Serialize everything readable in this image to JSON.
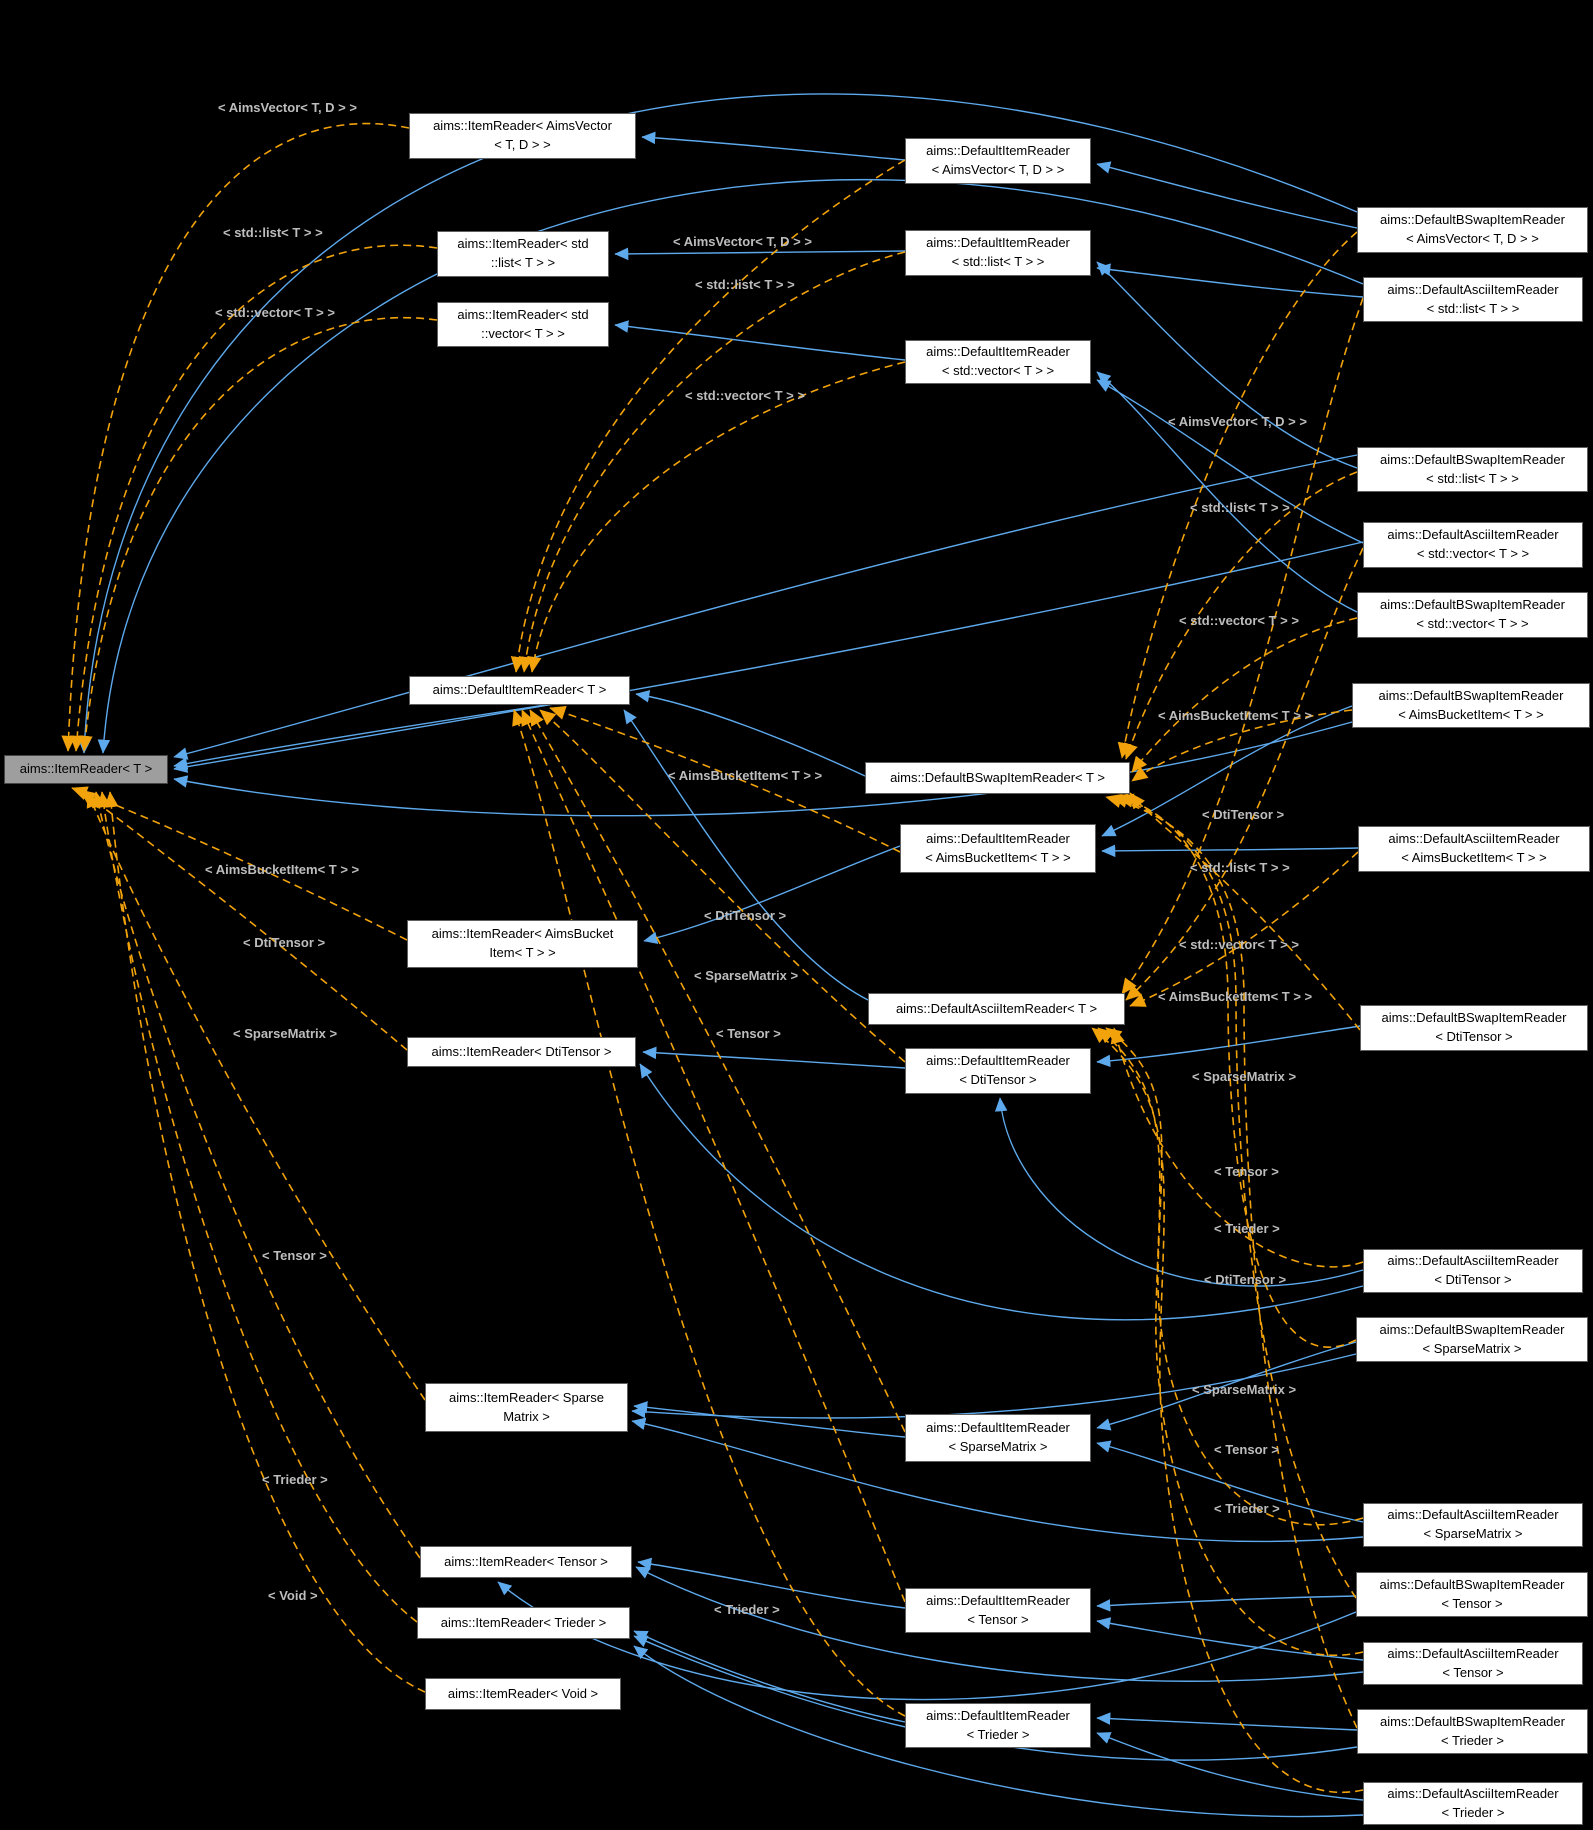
{
  "diagram": {
    "type": "class-inheritance-graph",
    "root_class": "aims::ItemReader< T >",
    "colors": {
      "background": "#000000",
      "inheritance_edge": "#5da9ec",
      "template_edge": "#f2a30b",
      "node_background": "#ffffff",
      "node_border": "#5f5f5f",
      "highlighted_node_background": "#9e9e9e",
      "edge_label_text": "#bdbdbd",
      "node_text": "#000000"
    },
    "nodes": {
      "ir_t": {
        "label": "aims::ItemReader< T >"
      },
      "ir_aimsvector": {
        "label": "aims::ItemReader< AimsVector\n< T, D > >"
      },
      "ir_stdlist": {
        "label": "aims::ItemReader< std\n::list< T > >"
      },
      "ir_stdvector": {
        "label": "aims::ItemReader< std\n::vector< T > >"
      },
      "dir_t": {
        "label": "aims::DefaultItemReader< T >"
      },
      "ir_aimsbucket": {
        "label": "aims::ItemReader< AimsBucket\nItem< T > >"
      },
      "ir_dtitensor": {
        "label": "aims::ItemReader< DtiTensor >"
      },
      "ir_sparse": {
        "label": "aims::ItemReader< Sparse\nMatrix >"
      },
      "ir_tensor": {
        "label": "aims::ItemReader< Tensor >"
      },
      "ir_trieder": {
        "label": "aims::ItemReader< Trieder >"
      },
      "ir_void": {
        "label": "aims::ItemReader< Void >"
      },
      "dir_aimsvector": {
        "label": "aims::DefaultItemReader\n< AimsVector< T, D > >"
      },
      "dir_stdlist": {
        "label": "aims::DefaultItemReader\n< std::list< T > >"
      },
      "dir_stdvector": {
        "label": "aims::DefaultItemReader\n< std::vector< T > >"
      },
      "bswap_t": {
        "label": "aims::DefaultBSwapItemReader< T >"
      },
      "dir_aimsbucket": {
        "label": "aims::DefaultItemReader\n< AimsBucketItem< T > >"
      },
      "ascii_t": {
        "label": "aims::DefaultAsciiItemReader< T >"
      },
      "dir_dtitensor": {
        "label": "aims::DefaultItemReader\n< DtiTensor >"
      },
      "dir_sparse": {
        "label": "aims::DefaultItemReader\n< SparseMatrix >"
      },
      "dir_tensor": {
        "label": "aims::DefaultItemReader\n< Tensor >"
      },
      "dir_trieder": {
        "label": "aims::DefaultItemReader\n< Trieder >"
      },
      "bswap_aimsvector": {
        "label": "aims::DefaultBSwapItemReader\n< AimsVector< T, D > >"
      },
      "ascii_stdlist": {
        "label": "aims::DefaultAsciiItemReader\n< std::list< T > >"
      },
      "bswap_stdlist": {
        "label": "aims::DefaultBSwapItemReader\n< std::list< T > >"
      },
      "ascii_stdvector": {
        "label": "aims::DefaultAsciiItemReader\n< std::vector< T > >"
      },
      "bswap_stdvector": {
        "label": "aims::DefaultBSwapItemReader\n< std::vector< T > >"
      },
      "bswap_aimsbucket": {
        "label": "aims::DefaultBSwapItemReader\n< AimsBucketItem< T > >"
      },
      "ascii_aimsbucket": {
        "label": "aims::DefaultAsciiItemReader\n< AimsBucketItem< T > >"
      },
      "bswap_dtitensor": {
        "label": "aims::DefaultBSwapItemReader\n< DtiTensor >"
      },
      "ascii_dtitensor": {
        "label": "aims::DefaultAsciiItemReader\n< DtiTensor >"
      },
      "bswap_sparse": {
        "label": "aims::DefaultBSwapItemReader\n< SparseMatrix >"
      },
      "ascii_sparse": {
        "label": "aims::DefaultAsciiItemReader\n< SparseMatrix >"
      },
      "bswap_tensor": {
        "label": "aims::DefaultBSwapItemReader\n< Tensor >"
      },
      "ascii_tensor": {
        "label": "aims::DefaultAsciiItemReader\n< Tensor >"
      },
      "bswap_trieder": {
        "label": "aims::DefaultBSwapItemReader\n< Trieder >"
      },
      "ascii_trieder": {
        "label": "aims::DefaultAsciiItemReader\n< Trieder >"
      }
    },
    "edge_labels": {
      "l1": {
        "text": "< AimsVector< T, D > >"
      },
      "l2": {
        "text": "< std::list< T > >"
      },
      "l3": {
        "text": "< std::vector< T > >"
      },
      "l4": {
        "text": "< AimsBucketItem< T > >"
      },
      "l5": {
        "text": "< DtiTensor >"
      },
      "l6": {
        "text": "< SparseMatrix >"
      },
      "l7": {
        "text": "< Tensor >"
      },
      "l8": {
        "text": "< Trieder >"
      },
      "l9": {
        "text": "< Void >"
      },
      "c1": {
        "text": "< AimsVector< T, D > >"
      },
      "c2": {
        "text": "< std::list< T > >"
      },
      "c3": {
        "text": "< std::vector< T > >"
      },
      "c4": {
        "text": "< AimsBucketItem< T > >"
      },
      "c5": {
        "text": "< DtiTensor >"
      },
      "c6": {
        "text": "< SparseMatrix >"
      },
      "c7": {
        "text": "< Tensor >"
      },
      "c8": {
        "text": "< Trieder >"
      },
      "r1": {
        "text": "< AimsVector< T, D > >"
      },
      "r2": {
        "text": "< std::list< T > >"
      },
      "r3": {
        "text": "< std::vector< T > >"
      },
      "r4": {
        "text": "< AimsBucketItem< T > >"
      },
      "r5": {
        "text": "< DtiTensor >"
      },
      "r6": {
        "text": "< std::list< T > >"
      },
      "r7": {
        "text": "< std::vector< T > >"
      },
      "r8": {
        "text": "< AimsBucketItem< T > >"
      },
      "r9": {
        "text": "< SparseMatrix >"
      },
      "r10": {
        "text": "< Tensor >"
      },
      "r11": {
        "text": "< Trieder >"
      },
      "r12": {
        "text": "< DtiTensor >"
      },
      "r13": {
        "text": "< SparseMatrix >"
      },
      "r14": {
        "text": "< Tensor >"
      },
      "r15": {
        "text": "< Trieder >"
      }
    }
  }
}
